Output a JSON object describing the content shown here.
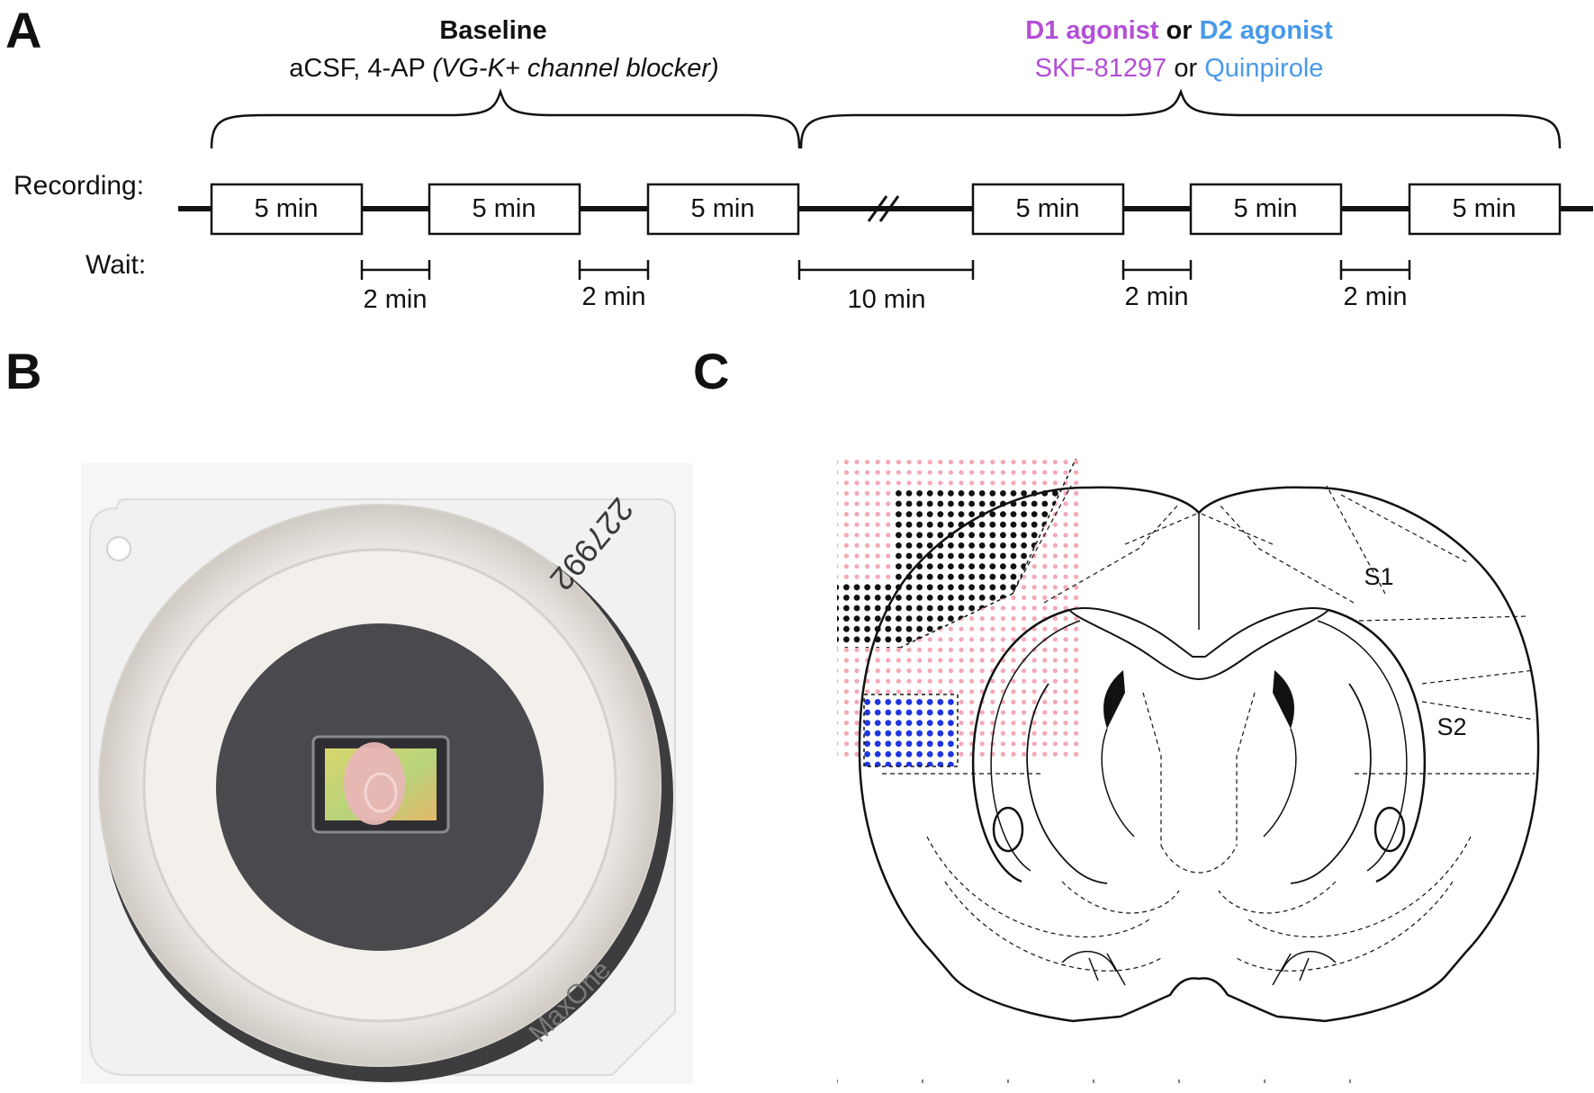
{
  "panels": {
    "a": "A",
    "b": "B",
    "c": "C"
  },
  "timeline": {
    "baseline_title": "Baseline",
    "baseline_sub_plain": "aCSF, 4-AP ",
    "baseline_sub_italic": "(VG-K+ channel blocker)",
    "d1_title": "D1 agonist",
    "or_word": " or ",
    "d2_title": "D2 agonist",
    "d1_drug": "SKF-81297",
    "d2_drug": "Quinpirole",
    "recording_label": "Recording:",
    "wait_label": "Wait:",
    "break_mark": "//",
    "segments": [
      "5 min",
      "5 min",
      "5 min",
      "5 min",
      "5 min",
      "5 min"
    ],
    "waits": [
      "2 min",
      "2 min",
      "10 min",
      "2 min",
      "2 min"
    ],
    "colors": {
      "d1": "#b34fd6",
      "d2": "#4a9ae8",
      "line": "#111111"
    }
  },
  "photo": {
    "device_label": "MaxOne",
    "serial": "227992"
  },
  "brain": {
    "region_s1": "S1",
    "region_s2": "S2",
    "colors": {
      "grid": "#f4a9b5",
      "black_region": "#111111",
      "blue_region": "#1f35e0"
    }
  }
}
